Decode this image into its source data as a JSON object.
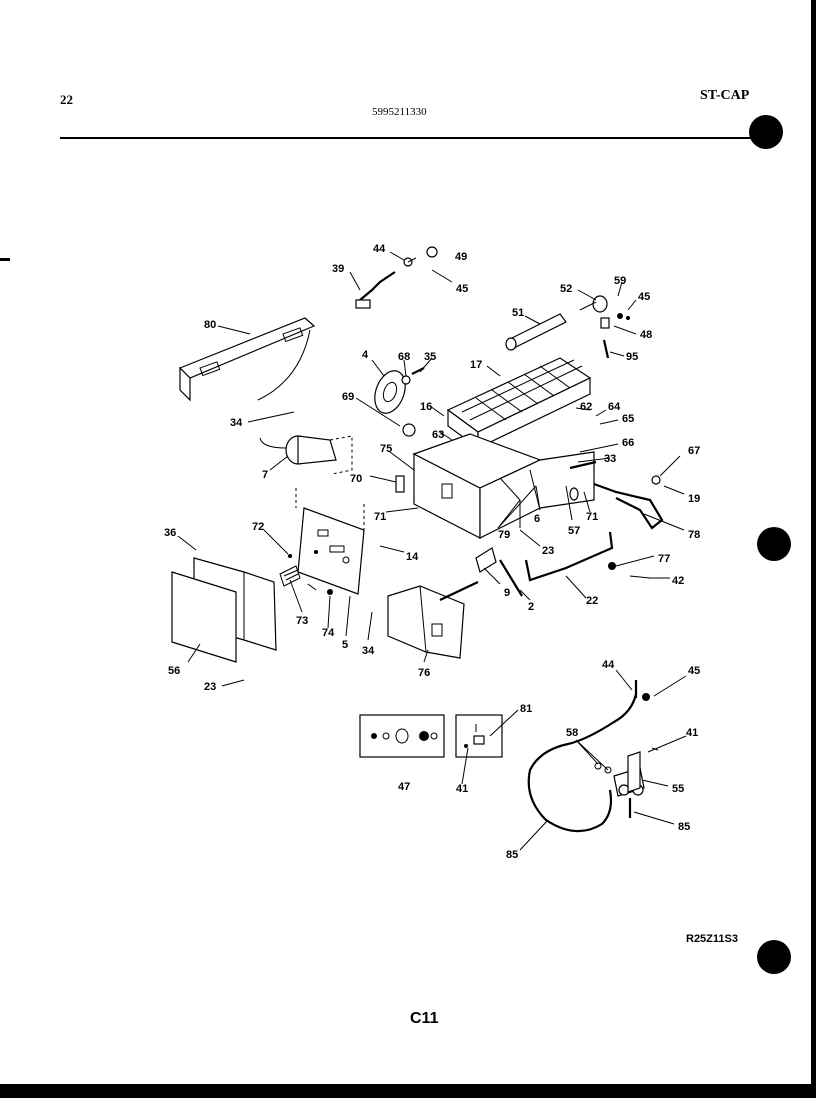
{
  "header": {
    "page_number": "22",
    "document_number": "5995211330",
    "model_code": "ST-CAP"
  },
  "footer": {
    "drawing_reference": "R25Z11S3",
    "page_code": "C11"
  },
  "part_callouts": [
    "44",
    "49",
    "39",
    "45",
    "52",
    "59",
    "45",
    "51",
    "48",
    "80",
    "4",
    "68",
    "35",
    "17",
    "95",
    "62",
    "64",
    "65",
    "34",
    "69",
    "16",
    "63",
    "66",
    "33",
    "67",
    "75",
    "19",
    "7",
    "70",
    "71",
    "6",
    "71",
    "57",
    "78",
    "72",
    "36",
    "14",
    "79",
    "23",
    "77",
    "42",
    "9",
    "2",
    "22",
    "73",
    "74",
    "5",
    "34",
    "76",
    "56",
    "23",
    "44",
    "45",
    "81",
    "58",
    "41",
    "47",
    "41",
    "55",
    "85",
    "85"
  ]
}
